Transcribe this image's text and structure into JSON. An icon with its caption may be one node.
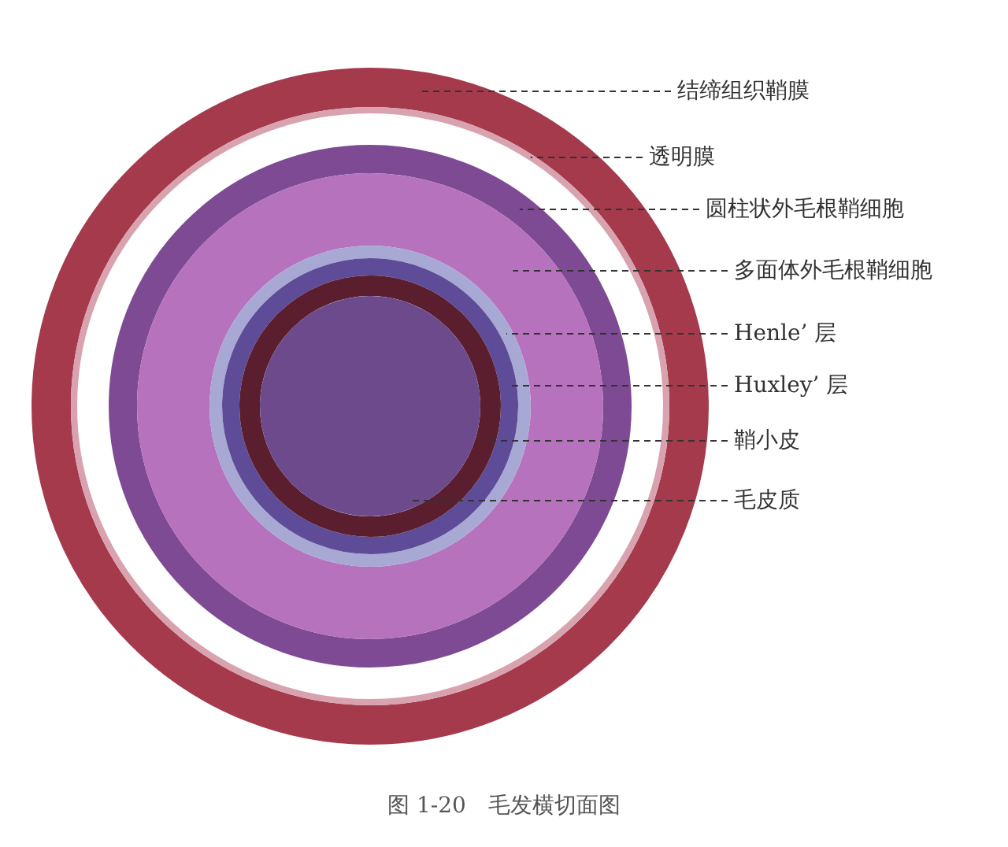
{
  "diagram": {
    "caption": "图 1-20　毛发横切面图",
    "nodes": [
      {
        "text": [
          "结缔组织鞘膜"
        ]
      },
      {
        "text": [
          "透明膜"
        ]
      },
      {
        "text": [
          "圆柱状外毛根鞘细胞"
        ]
      },
      {
        "text": [
          "多面体外毛根鞘细胞"
        ]
      },
      {
        "text": [
          "Henle’ 层"
        ]
      },
      {
        "text": [
          "Huxley’ 层"
        ]
      },
      {
        "text": [
          "鞘小皮"
        ]
      },
      {
        "text": [
          "毛皮质"
        ]
      },
      {
        "text": [],
        "shape": "ring"
      },
      {
        "text": [],
        "shape": "ring",
        "in": 8
      },
      {
        "text": [],
        "shape": "ring",
        "in": 9
      },
      {
        "text": [],
        "shape": "ring",
        "in": 10
      },
      {
        "text": [],
        "shape": "ring",
        "in": 11
      },
      {
        "text": [],
        "shape": "ring",
        "in": 12
      },
      {
        "text": [],
        "shape": "ring",
        "in": 13
      },
      {
        "text": [],
        "shape": "circle",
        "in": 14
      }
    ],
    "edges": [
      {
        "from": 0,
        "to": 8,
        "arrow": "none",
        "style": "dashed"
      },
      {
        "from": 1,
        "to": 9,
        "arrow": "none",
        "style": "dashed"
      },
      {
        "from": 2,
        "to": 10,
        "arrow": "none",
        "style": "dashed"
      },
      {
        "from": 3,
        "to": 11,
        "arrow": "none",
        "style": "dashed"
      },
      {
        "from": 4,
        "to": 12,
        "arrow": "none",
        "style": "dashed"
      },
      {
        "from": 5,
        "to": 13,
        "arrow": "none",
        "style": "dashed"
      },
      {
        "from": 6,
        "to": 14,
        "arrow": "none",
        "style": "dashed"
      },
      {
        "from": 7,
        "to": 15,
        "arrow": "none",
        "style": "dashed"
      }
    ]
  }
}
